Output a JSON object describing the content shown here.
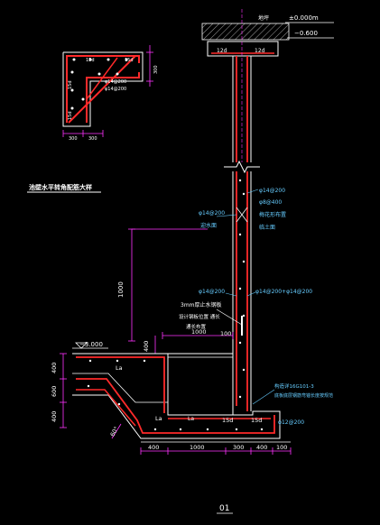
{
  "colors": {
    "background": "#000000",
    "wall": "#ffffff",
    "rebar": "#ff2a2a",
    "dimension": "#ff33ff",
    "annotation": "#66ccff",
    "note": "#ffffff",
    "elevation": "#ffffff",
    "hatch": "#dddddd"
  },
  "labels": {
    "ground_label": "地坪",
    "elev_top": "±0.000m",
    "elev_neg": "−0.600",
    "detail_title": "池壁水平转角配筋大样",
    "sheet_number": "01",
    "lap_12d_left": "12d",
    "lap_12d_right": "12d",
    "r_top_1": "φ14@200",
    "r_top_2": "φ8@400",
    "r_top_note_1": "梅花形布置",
    "r_top_note_2": "临土面",
    "r_left_1": "φ14@200",
    "r_left_note": "迎水面",
    "r_mid_left": "φ14@200",
    "r_mid_right": "φ14@200+φ14@200",
    "steel_plate": "3mm厚止水钢板",
    "steel_note_1": "设计钢板位置   通长",
    "steel_note_2": "通长布置",
    "dim_1000_vert": "1000",
    "dim_1000_mid": "1000",
    "dim_100": "100",
    "elev_3000": "−3.000",
    "dim_400": "400",
    "dim_400_v1": "400",
    "dim_600_v": "600",
    "dim_400_v2": "400",
    "la_1": "La",
    "la_2": "La",
    "la_3": "La",
    "angle_60": "60°",
    "d15_1": "15d",
    "d15_2": "15d",
    "base_rebar": "φ12@200",
    "anchor_note_1": "构造详16G101-3",
    "anchor_note_2": "底板底层钢筋弯锚长度按规范",
    "bottom_dims": [
      "400",
      "1000",
      "300",
      "400",
      "100"
    ],
    "corner_d15_top": "15d",
    "corner_d15_top2": "15d",
    "corner_d15_left": "15d",
    "corner_d15_bot": "15d",
    "corner_rebar_1": "φ14@200",
    "corner_rebar_2": "φ14@200",
    "corner_dim_300a": "300",
    "corner_dim_300b": "300",
    "corner_dim_right": "300"
  }
}
